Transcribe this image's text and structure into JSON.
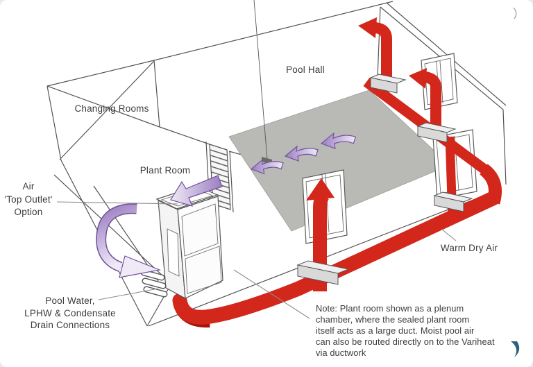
{
  "page": {
    "background": "#ffffff"
  },
  "colors": {
    "duct_red": "#d3271c",
    "duct_red_dark": "#a61408",
    "arrow_purple": "#9b7dc2",
    "arrow_purple_dark": "#6e5299",
    "arrow_purple_light": "#f0eaf7",
    "pool_gray": "#b9b9b6",
    "wireframe": "#545454",
    "text": "#3c3c3c",
    "sill_gray": "#d9d9d9",
    "leader": "#8c8c8c"
  },
  "diagram": {
    "rooms": {
      "pool_hall": "Pool Hall",
      "changing_rooms": "Changing Rooms",
      "plant_room": "Plant Room"
    },
    "flow_labels": {
      "warm_dry_air": "Warm Dry Air"
    },
    "air_top_outlet": {
      "line1": "Air",
      "line2": "'Top Outlet'",
      "line3": "Option"
    },
    "drain_label": {
      "line1": "Pool Water,",
      "line2": "LPHW & Condensate",
      "line3": "Drain Connections"
    },
    "note": {
      "line1": "Note: Plant room shown as a plenum",
      "line2": "chamber, where the sealed plant room",
      "line3": "itself acts as a large duct. Moist pool air",
      "line4": "can also be routed directly on to the Variheat",
      "line5": "via ductwork"
    }
  }
}
